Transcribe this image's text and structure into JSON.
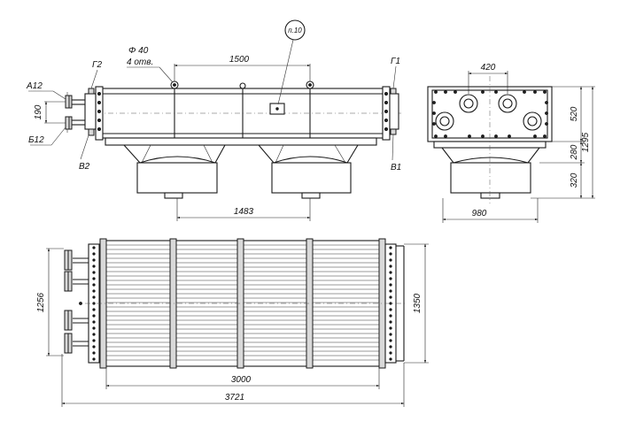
{
  "front_view": {
    "dim_top": "1500",
    "hole_note_dia": "Φ 40",
    "hole_note_count": "4 отв.",
    "ref_label": "п.10",
    "port_g2": "Г2",
    "port_g1": "Г1",
    "port_a12": "А12",
    "port_b12": "Б12",
    "port_v2": "В2",
    "port_v1": "В1",
    "dim_side": "190",
    "dim_bottom": "1483"
  },
  "side_view": {
    "dim_top": "420",
    "dim_520": "520",
    "dim_280": "280",
    "dim_320": "320",
    "dim_total": "1295",
    "dim_bottom": "980"
  },
  "plan_view": {
    "dim_left": "1256",
    "dim_right": "1350",
    "dim_inner": "3000",
    "dim_overall": "3721"
  }
}
